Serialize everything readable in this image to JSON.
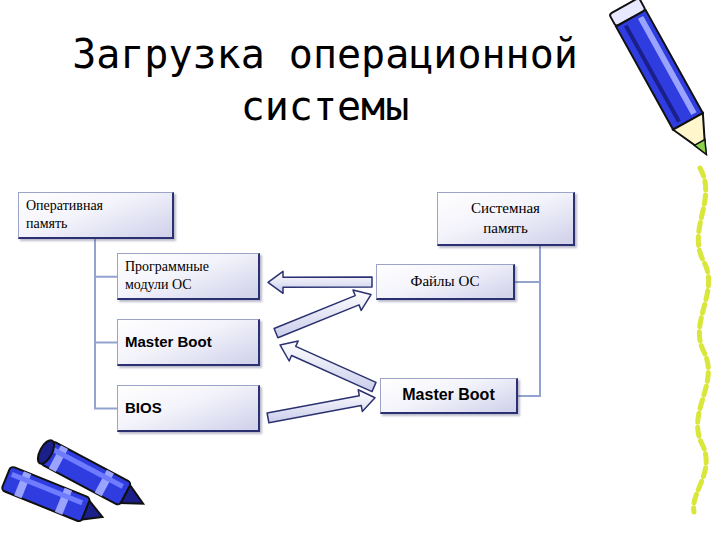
{
  "diagram": {
    "title": "Загрузка операционной системы",
    "nodes": [
      {
        "text": [
          "Оперативная память"
        ]
      },
      {
        "text": [
          "Программные модули ОС"
        ]
      },
      {
        "text": [
          "Master Boot"
        ]
      },
      {
        "text": [
          "BIOS"
        ]
      },
      {
        "text": [
          "Системная память"
        ]
      },
      {
        "text": [
          "Файлы ОС"
        ]
      },
      {
        "text": [
          "Master Boot"
        ]
      }
    ],
    "edges": [
      {
        "from": 0,
        "to": 1,
        "arrow": "none"
      },
      {
        "from": 0,
        "to": 2,
        "arrow": "none"
      },
      {
        "from": 0,
        "to": 3,
        "arrow": "none"
      },
      {
        "from": 4,
        "to": 5,
        "arrow": "none"
      },
      {
        "from": 4,
        "to": 6,
        "arrow": "none"
      },
      {
        "from": 5,
        "to": 1,
        "arrow": "to"
      },
      {
        "from": 3,
        "to": 6,
        "arrow": "to"
      },
      {
        "from": 6,
        "to": 2,
        "arrow": "to"
      },
      {
        "from": 2,
        "to": 5,
        "arrow": "to"
      }
    ]
  }
}
